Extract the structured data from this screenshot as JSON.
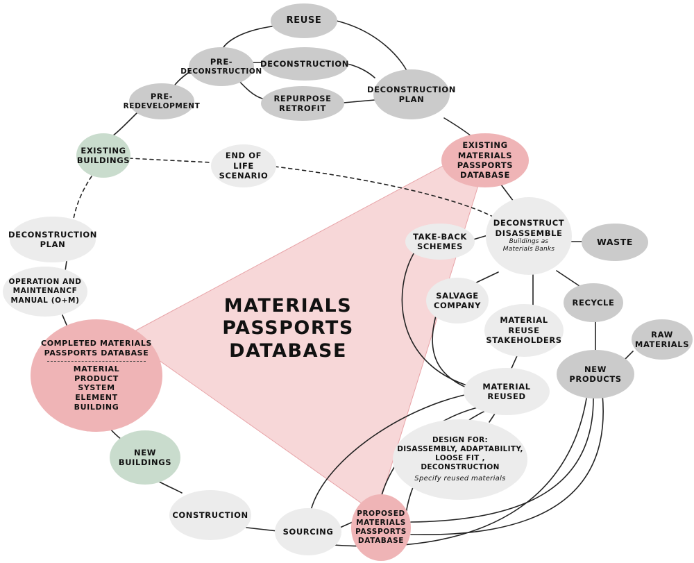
{
  "center_title": [
    "MATERIALS",
    "PASSPORTS",
    "DATABASE"
  ],
  "colors": {
    "gray": "#cbcbcb",
    "light": "#ececec",
    "green": "#c9dccd",
    "pink": "#efb4b6",
    "triangle": "#f4c9cb",
    "line": "#222222"
  },
  "nodes": {
    "reuse": [
      "REUSE"
    ],
    "pre_deconstruction": [
      "PRE-",
      "DECONSTRUCTION"
    ],
    "deconstruction": [
      "DECONSTRUCTION"
    ],
    "repurpose_retrofit": [
      "REPURPOSE",
      "RETROFIT"
    ],
    "deconstruction_plan_top": [
      "DECONSTRUCTION",
      "PLAN"
    ],
    "pre_redevelopment": [
      "PRE-",
      "REDEVELOPMENT"
    ],
    "existing_buildings": [
      "EXISTING",
      "BUILDINGS"
    ],
    "end_of_life": [
      "END OF LIFE",
      "SCENARIO"
    ],
    "existing_mpd": [
      "EXISTING",
      "MATERIALS",
      "PASSPORTS",
      "DATABASE"
    ],
    "deconstruct_disassemble": {
      "lines": [
        "DECONSTRUCT",
        "DISASSEMBLE"
      ],
      "sub": [
        "Buildings as",
        "Materials Banks"
      ]
    },
    "take_back": [
      "TAKE-BACK",
      "SCHEMES"
    ],
    "waste": [
      "WASTE"
    ],
    "salvage": [
      "SALVAGE",
      "COMPANY"
    ],
    "recycle": [
      "RECYCLE"
    ],
    "material_reuse_stakeholders": [
      "MATERIAL",
      "REUSE",
      "STAKEHOLDERS"
    ],
    "raw_materials": [
      "RAW",
      "MATERIALS"
    ],
    "new_products": [
      "NEW",
      "PRODUCTS"
    ],
    "material_reused": [
      "MATERIAL",
      "REUSED"
    ],
    "design_for": {
      "lines": [
        "DESIGN FOR:",
        "DISASSEMBLY, ADAPTABILITY,",
        "LOOSE FIT , DECONSTRUCTION"
      ],
      "note": "Specify reused materials"
    },
    "deconstruction_plan_left": [
      "DECONSTRUCTION",
      "PLAN"
    ],
    "operation": [
      "OPERATION AND",
      "MAINTENANCF",
      "MANUAL (O+M)"
    ],
    "completed_mpd": {
      "top": [
        "COMPLETED MATERIALS",
        "PASSPORTS DATABASE"
      ],
      "bottom": [
        "MATERIAL",
        "PRODUCT",
        "SYSTEM",
        "ELEMENT",
        "BUILDING"
      ]
    },
    "new_buildings": [
      "NEW",
      "BUILDINGS"
    ],
    "construction": [
      "CONSTRUCTION"
    ],
    "sourcing": [
      "SOURCING"
    ],
    "proposed_mpd": [
      "PROPOSED",
      "MATERIALS",
      "PASSPORTS",
      "DATABASE"
    ]
  }
}
